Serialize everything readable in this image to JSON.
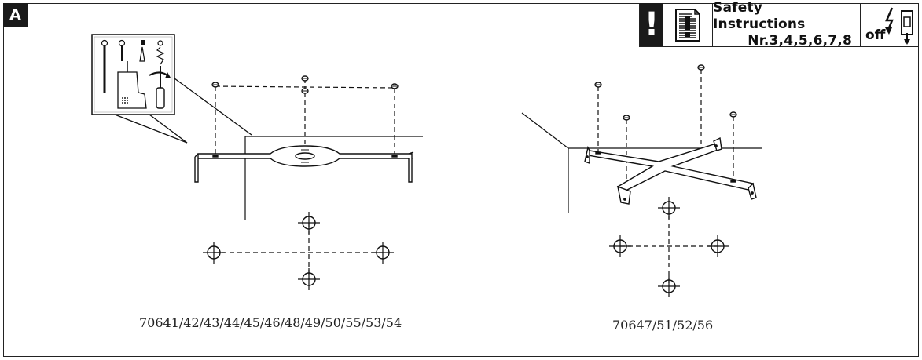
{
  "section_label": "A",
  "safety": {
    "warning_symbol": "!",
    "title": "Safety Instructions",
    "numbers": "Nr.3,4,5,6,7,8",
    "power_label": "off"
  },
  "models": {
    "left": "70641/42/43/44/45/46/48/49/50/55/53/54",
    "right": "70647/51/52/56"
  },
  "icons": {
    "document": "document-icon",
    "power_off": "power-off-icon",
    "screw": "screw-icon",
    "drill": "drill-icon",
    "screwdriver": "screwdriver-icon"
  }
}
